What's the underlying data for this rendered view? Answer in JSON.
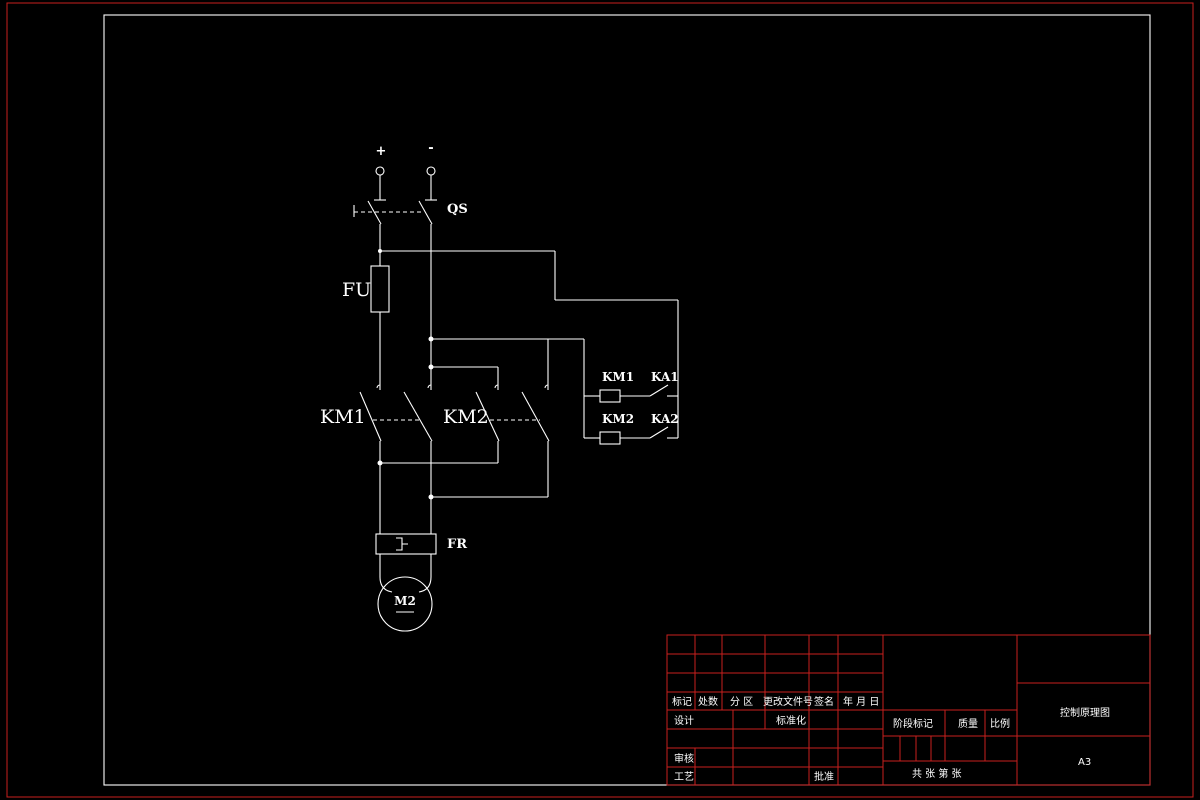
{
  "terminals": {
    "plus": "+",
    "minus": "-"
  },
  "labels": {
    "qs": "QS",
    "fu": "FU",
    "km1": "KM1",
    "km2": "KM2",
    "fr": "FR",
    "motor": "M2",
    "coil_km1": "KM1",
    "coil_km2": "KM2",
    "contact_ka1": "KA1",
    "contact_ka2": "KA2"
  },
  "title_block": {
    "header": {
      "mark": "标记",
      "count": "处数",
      "zone": "分 区",
      "change_doc": "更改文件号",
      "signature": "签名",
      "date": "年 月 日"
    },
    "design": "设计",
    "standardize": "标准化",
    "review": "审核",
    "process": "工艺",
    "approve": "批准",
    "stage_mark": "阶段标记",
    "weight": "质量",
    "scale": "比例",
    "sheets": "共  张    第 张",
    "drawing_title": "控制原理图",
    "size": "A3"
  },
  "colors": {
    "frame": "#c8201e",
    "lines": "#ffffff",
    "background": "#000000"
  }
}
